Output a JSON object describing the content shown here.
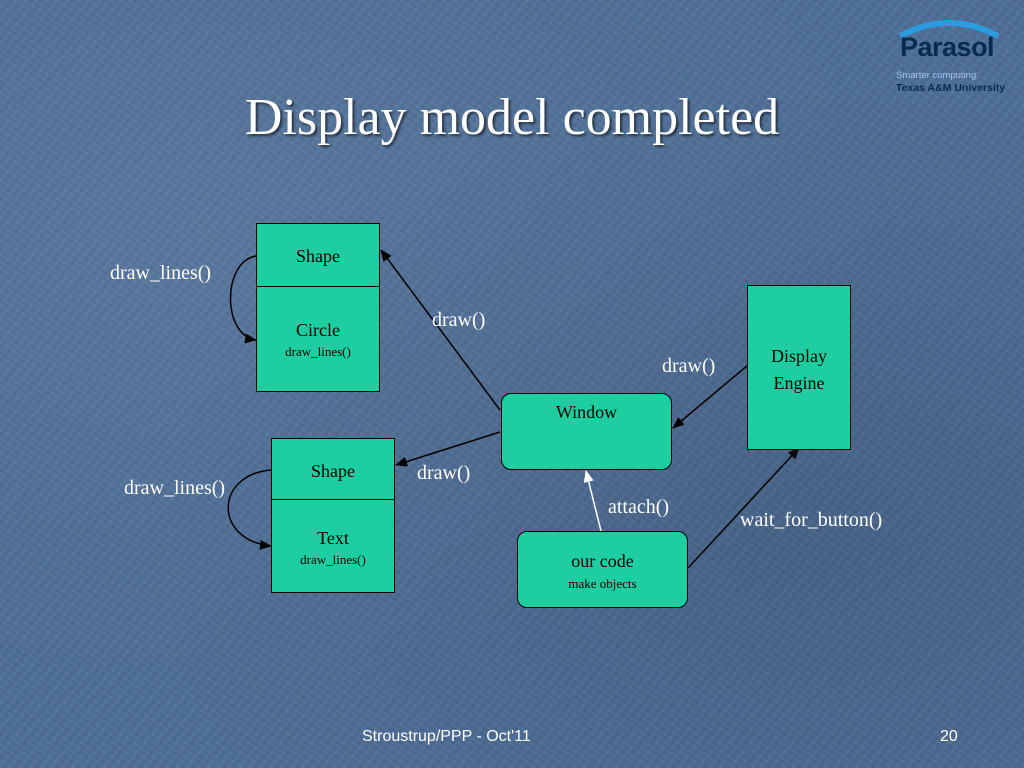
{
  "slide": {
    "title": "Display model completed",
    "footer_text": "Stroustrup/PPP - Oct'11",
    "page_number": "20"
  },
  "logo": {
    "name": "Parasol",
    "tagline": "Smarter computing.",
    "university": "Texas A&M University"
  },
  "diagram": {
    "circle_block": {
      "header": "Shape",
      "name": "Circle",
      "method": "draw_lines()"
    },
    "text_block": {
      "header": "Shape",
      "name": "Text",
      "method": "draw_lines()"
    },
    "window_box": {
      "label": "Window"
    },
    "display_engine_box": {
      "line1": "Display",
      "line2": "Engine"
    },
    "our_code_box": {
      "label": "our code",
      "sub": "make objects"
    },
    "edge_labels": {
      "draw_lines_circle": "draw_lines()",
      "draw_lines_text": "draw_lines()",
      "draw_to_circle": "draw()",
      "draw_to_text": "draw()",
      "draw_to_window": "draw()",
      "attach": "attach()",
      "wait_for_button": "wait_for_button()"
    }
  },
  "colors": {
    "box_fill": "#1fcea0",
    "background": "#4f6f98",
    "text": "#ffffff"
  }
}
